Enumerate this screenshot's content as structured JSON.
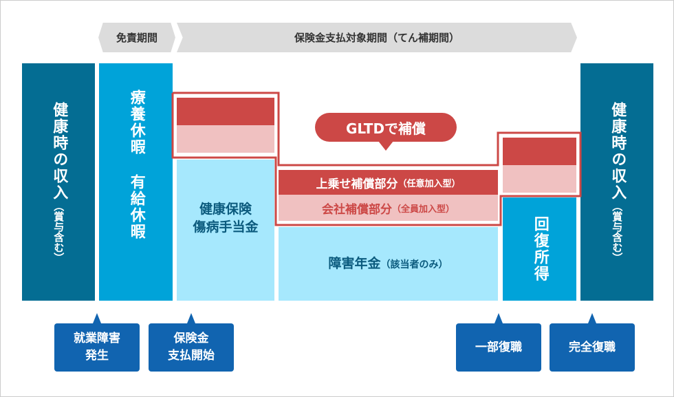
{
  "periods": {
    "exemption": "免責期間",
    "payment": "保険金支払対象期間（てん補期間）"
  },
  "columns": {
    "healthy_income_left": {
      "main": "健康時の収入",
      "sub": "（賞与含む）"
    },
    "paid_leave": "有給休暇",
    "medical_leave": "療養休暇",
    "sickness_allowance": {
      "line1": "健康保険",
      "line2": "傷病手当金"
    },
    "disability_pension": {
      "main": "障害年金",
      "sub": "（該当者のみ）"
    },
    "recovery_income": "回復所得",
    "healthy_income_right": {
      "main": "健康時の収入",
      "sub": "（賞与含む）"
    }
  },
  "gltd": {
    "bubble": "GLTDで補償",
    "top_up": {
      "main": "上乗せ補償部分",
      "sub": "（任意加入型）"
    },
    "company": {
      "main": "会社補償部分",
      "sub": "（全員加入型）"
    }
  },
  "markers": [
    {
      "label": "就業障害\n発生"
    },
    {
      "label": "保険金\n支払開始"
    },
    {
      "label": "一部復職"
    },
    {
      "label": "完全復職"
    }
  ],
  "colors": {
    "dark_blue": "#046d93",
    "mid_blue": "#00a3d9",
    "light_blue": "#a6e8fd",
    "gltd_red": "#cc4846",
    "gltd_pink": "#f0c1c1",
    "marker_blue": "#1164b0",
    "banner_gray": "#dcdcdc"
  }
}
